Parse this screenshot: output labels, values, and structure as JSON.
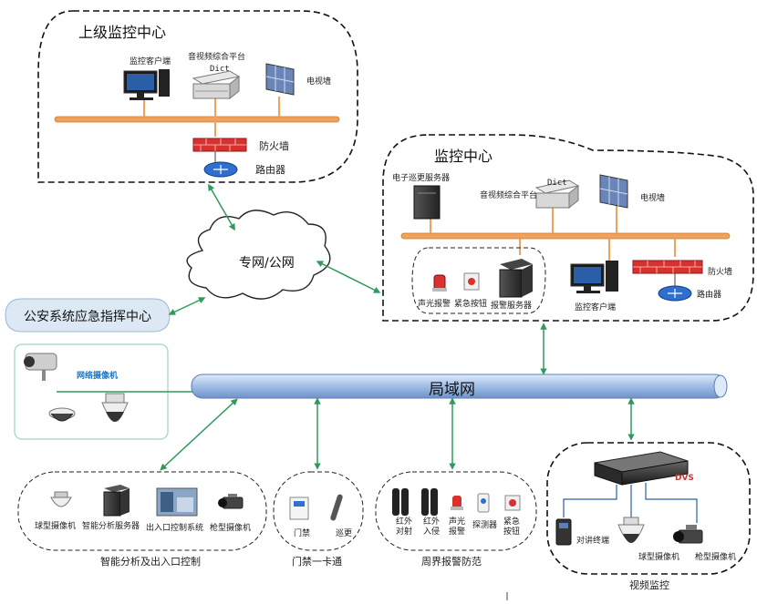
{
  "upper_center": {
    "title": "上级监控中心",
    "client": "监控客户端",
    "platform": "音视频综合平台",
    "platform_brand": "Dict",
    "tv_wall": "电视墙",
    "firewall": "防火墙",
    "router": "路由器"
  },
  "monitor_center": {
    "title": "监控中心",
    "patrol_server": "电子巡更服务器",
    "platform": "音视频综合平台",
    "platform_brand": "Dict",
    "tv_wall": "电视墙",
    "sound_alarm": "声光报警",
    "emergency_button": "紧急按钮",
    "alarm_server": "报警服务器",
    "client": "监控客户端",
    "firewall": "防火墙",
    "router": "路由器"
  },
  "network": {
    "cloud": "专网/公网",
    "lan": "局域网",
    "command_center": "公安系统应急指挥中心"
  },
  "cameras": {
    "title": "网络摄像机"
  },
  "smart_group": {
    "title": "智能分析及出入口控制",
    "items": [
      "球型摄像机",
      "智能分析服务器",
      "出入口控制系统",
      "枪型摄像机"
    ]
  },
  "access_group": {
    "title": "门禁一卡通",
    "items": [
      "门禁",
      "巡更"
    ]
  },
  "perimeter_group": {
    "title": "周界报警防范",
    "items": [
      "红外\n对射",
      "红外\n入侵",
      "声光\n报警",
      "探测器",
      "紧急\n按钮"
    ]
  },
  "video_group": {
    "title": "视频监控",
    "dvs": "DVS",
    "items": [
      "对讲终端",
      "球型摄像机",
      "枪型摄像机"
    ]
  },
  "colors": {
    "backbone": "#f0a25a",
    "lan": "#a8c4e8",
    "link": "#2e9b5c",
    "firewall": "#d8322f"
  }
}
